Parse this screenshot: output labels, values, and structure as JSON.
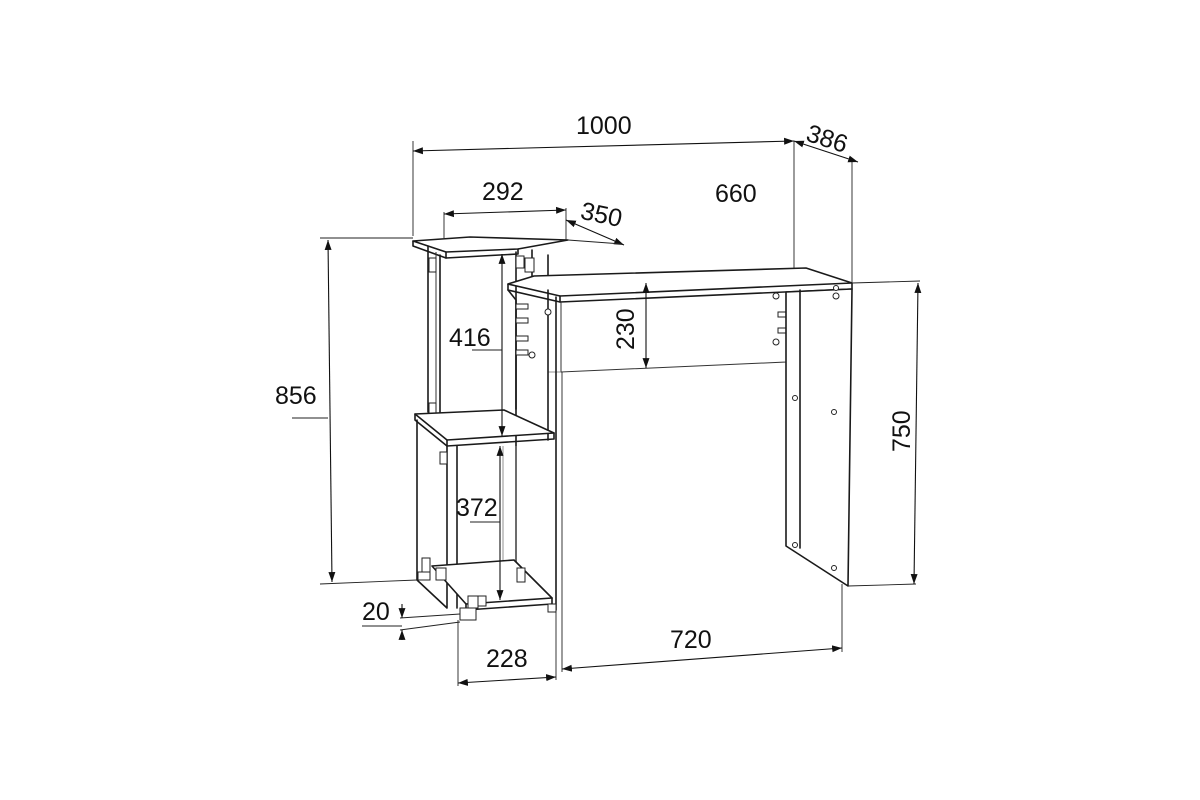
{
  "dimensions": {
    "width_total": "1000",
    "depth_total": "386",
    "shelf_width": "292",
    "shelf_depth": "350",
    "rear_span": "660",
    "total_height": "856",
    "upper_gap": "416",
    "modesty_panel": "230",
    "desk_height": "750",
    "lower_gap": "372",
    "foot_height": "20",
    "cabinet_width": "228",
    "leg_span": "720"
  }
}
